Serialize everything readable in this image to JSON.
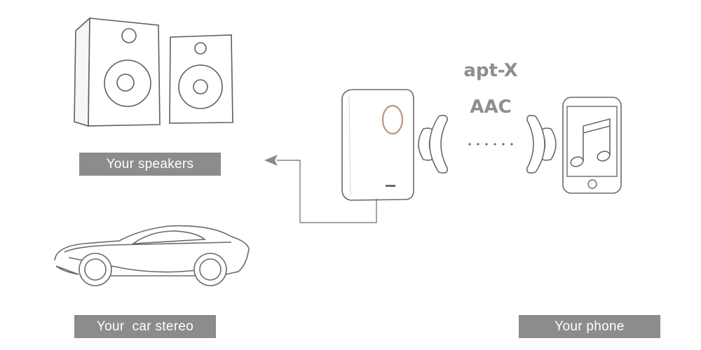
{
  "labels": {
    "speakers": "Your speakers",
    "car_stereo": "Your  car stereo",
    "phone": "Your phone"
  },
  "codecs": [
    "apt-X",
    "AAC"
  ],
  "icons": [
    "speakers-icon",
    "car-icon",
    "receiver-icon",
    "phone-icon",
    "music-note-icon",
    "signal-waves-icon",
    "arrow-icon"
  ],
  "colors": {
    "line": "#6e6e6e",
    "label_bg": "#8c8c8c",
    "label_text": "#ffffff",
    "codec_text": "#8e8e8e",
    "receiver_ring": "#c09a8c"
  }
}
